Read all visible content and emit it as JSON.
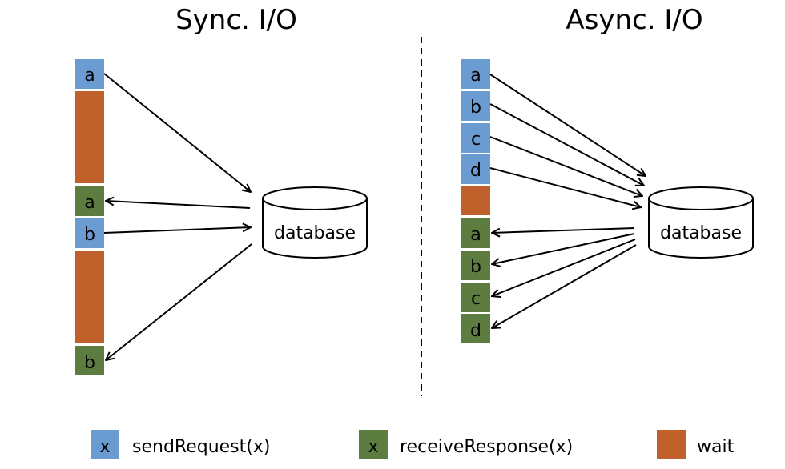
{
  "colors": {
    "send": "#6a9bd1",
    "receive": "#5c7d3f",
    "wait": "#c0602a"
  },
  "sync": {
    "title": "Sync. I/O",
    "database_label": "database",
    "blocks": [
      {
        "kind": "send",
        "label": "a"
      },
      {
        "kind": "wait",
        "label": ""
      },
      {
        "kind": "receive",
        "label": "a"
      },
      {
        "kind": "send",
        "label": "b"
      },
      {
        "kind": "wait",
        "label": ""
      },
      {
        "kind": "receive",
        "label": "b"
      }
    ]
  },
  "async": {
    "title": "Async. I/O",
    "database_label": "database",
    "blocks": [
      {
        "kind": "send",
        "label": "a"
      },
      {
        "kind": "send",
        "label": "b"
      },
      {
        "kind": "send",
        "label": "c"
      },
      {
        "kind": "send",
        "label": "d"
      },
      {
        "kind": "wait",
        "label": ""
      },
      {
        "kind": "receive",
        "label": "a"
      },
      {
        "kind": "receive",
        "label": "b"
      },
      {
        "kind": "receive",
        "label": "c"
      },
      {
        "kind": "receive",
        "label": "d"
      }
    ]
  },
  "legend": [
    {
      "kind": "send",
      "swatch_label": "x",
      "text": "sendRequest(x)"
    },
    {
      "kind": "receive",
      "swatch_label": "x",
      "text": "receiveResponse(x)"
    },
    {
      "kind": "wait",
      "swatch_label": "",
      "text": "wait"
    }
  ]
}
